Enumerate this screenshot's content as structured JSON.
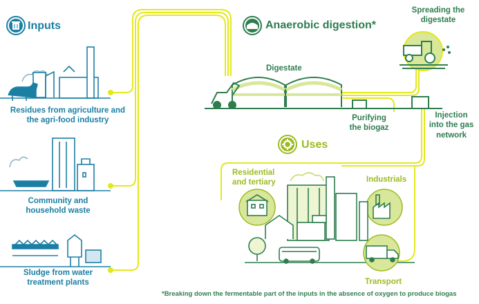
{
  "inputs": {
    "title": "Inputs",
    "icon": "bin-icon",
    "items": [
      {
        "label_line1": "Residues from agriculture and",
        "label_line2": "the agri-food industry"
      },
      {
        "label_line1": "Community and",
        "label_line2": "household waste"
      },
      {
        "label_line1": "Sludge from water",
        "label_line2": "treatment plants"
      }
    ]
  },
  "digestion": {
    "title": "Anaerobic digestion*",
    "icon": "digester-icon",
    "digestate_label": "Digestate",
    "spreading_line1": "Spreading the",
    "spreading_line2": "digestate",
    "purifying_line1": "Purifying",
    "purifying_line2": "the biogaz",
    "injection_line1": "Injection",
    "injection_line2": "into the gas",
    "injection_line3": "network"
  },
  "uses": {
    "title": "Uses",
    "icon": "gear-icon",
    "residential_line1": "Residential",
    "residential_line2": "and tertiary",
    "industrials": "Industrials",
    "transport": "Transport"
  },
  "footnote": "*Breaking down the fermentable part of the inputs in the absence of oxygen to produce biogas",
  "colors": {
    "blue": "#1b7fa3",
    "dark_green": "#2e7d4f",
    "lime": "#9cba22",
    "yellow_line": "#e4e81a",
    "light_lime": "#d8e79a"
  }
}
